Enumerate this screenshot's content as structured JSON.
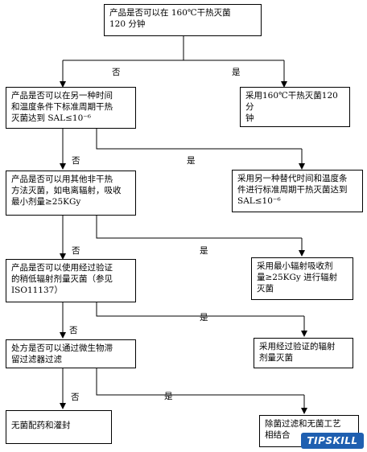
{
  "flowchart": {
    "boxes": {
      "q1": "产品是否可以在 160℃干热灭菌\n120 分钟",
      "r1": "采用160℃干热灭菌120 分\n钟",
      "q2": "产品是否可以在另一种时间\n和温度条件下标准周期干热\n灭菌达到 SAL≤10⁻⁶",
      "r2": "采用另一种替代时间和温度条\n件进行标准周期干热灭菌达到\nSAL≤10⁻⁶",
      "q3": "产品是否可以用其他非干热\n方法灭菌，如电离辐射，吸收\n最小剂量≥25KGy",
      "r3": "采用最小辐射吸收剂\n量≥25KGy 进行辐射\n灭菌",
      "q4": "产品是否可以使用经过验证\n的稍低辐射剂量灭菌（参见\nISO11137）",
      "r4": "采用经过验证的辐射\n剂量灭菌",
      "q5": "处方是否可以通过微生物滞\n留过滤器过滤",
      "r5": "除菌过滤和无菌工艺\n相结合",
      "end": "无菌配药和灌封"
    },
    "labels": {
      "no": "否",
      "yes": "是"
    }
  },
  "watermark": {
    "text": "TIPSKILL"
  }
}
